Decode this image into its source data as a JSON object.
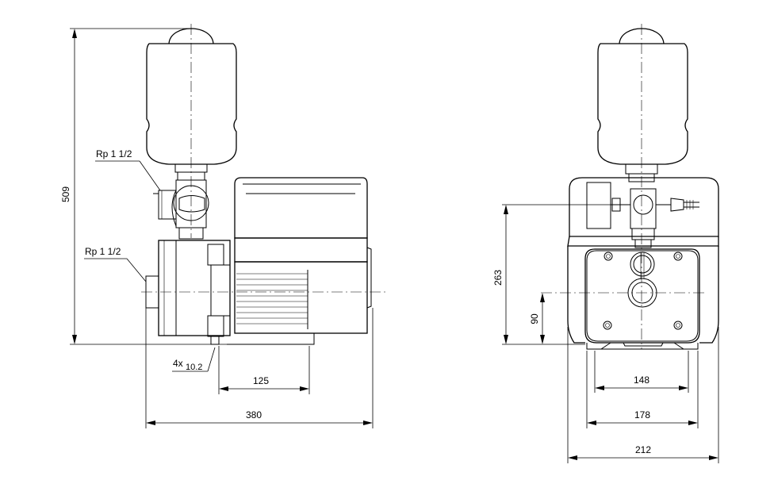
{
  "drawing": {
    "dimensions": {
      "height_total": "509",
      "height_outlet": "263",
      "height_inlet": "90",
      "length_total": "380",
      "foot_spacing_side": "125",
      "width_total": "212",
      "foot_width": "178",
      "foot_spacing_front": "148"
    },
    "labels": {
      "outlet_thread": "Rp 1 1/2",
      "inlet_thread": "Rp 1 1/2",
      "hole_count": "4x",
      "hole_diameter": "10.2"
    }
  }
}
